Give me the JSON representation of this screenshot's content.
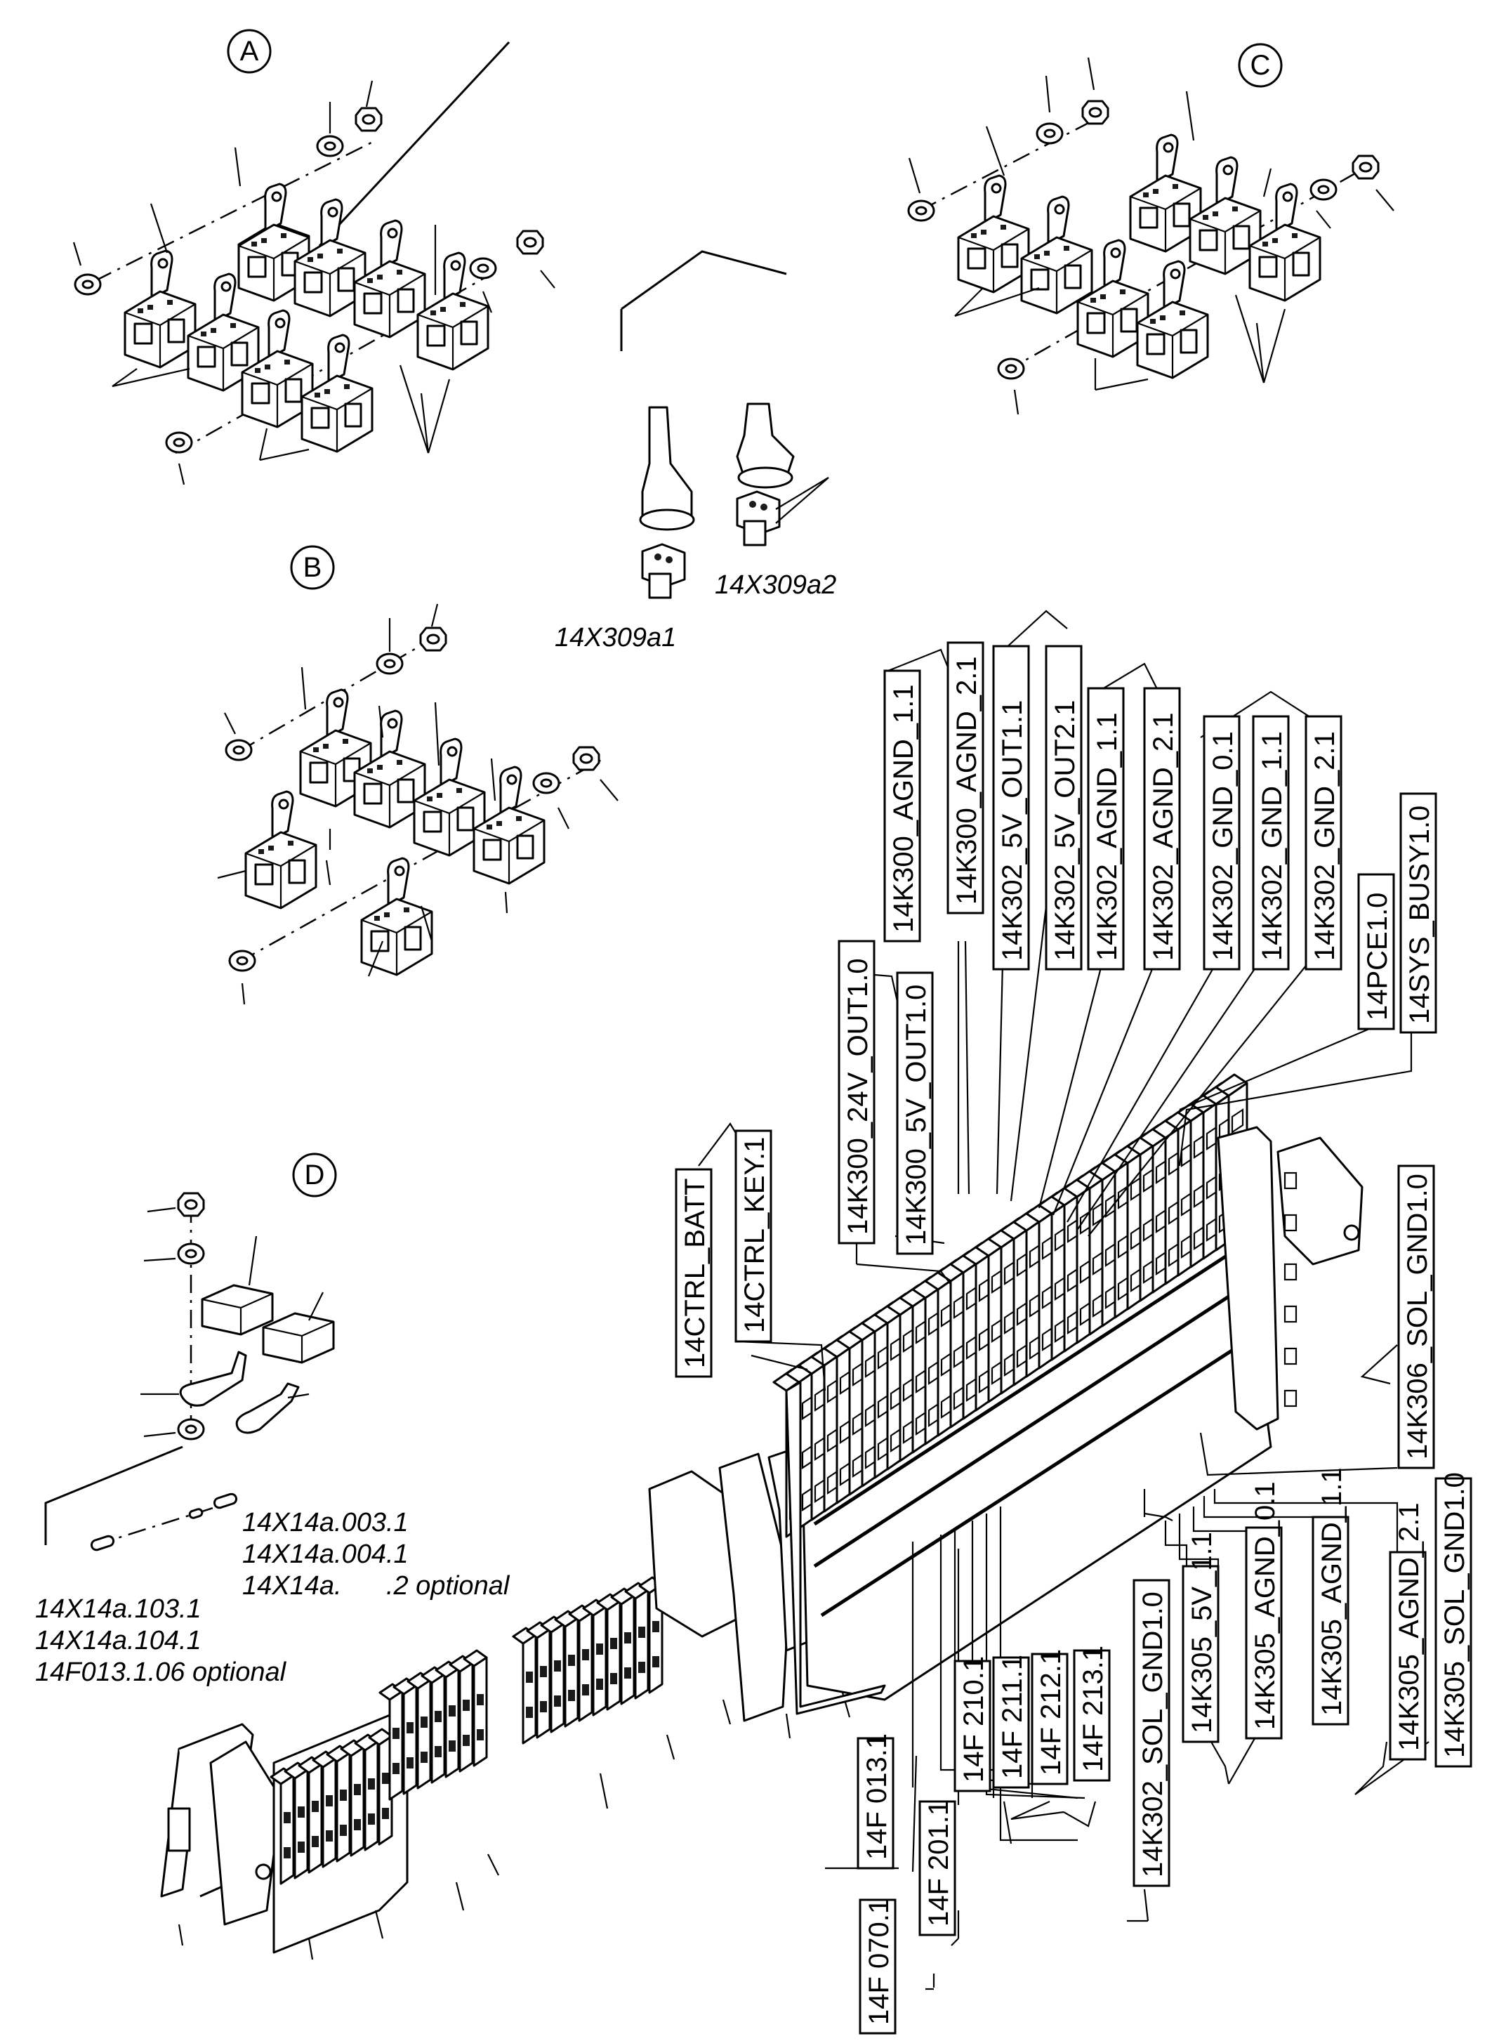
{
  "views": [
    {
      "id": "A"
    },
    {
      "id": "B"
    },
    {
      "id": "C"
    },
    {
      "id": "D"
    }
  ],
  "cable_labels": [
    "14X309a1",
    "14X309a2"
  ],
  "view_d_labels": {
    "group1": [
      "14X14a.003.1",
      "14X14a.004.1",
      "14X14a.      .2 optional"
    ],
    "group2": [
      "14X14a.103.1",
      "14X14a.104.1",
      "14F013.1.06 optional"
    ]
  },
  "top_labels": [
    "14K300_AGND_1.1",
    "14K300_AGND_2.1",
    "14K302_5V_OUT1.1",
    "14K302_5V_OUT2.1",
    "14K302_AGND_1.1",
    "14K302_AGND_2.1",
    "14K302_GND_0.1",
    "14K302_GND_1.1",
    "14K302_GND_2.1",
    "14PCE1.0",
    "14SYS_BUSY1.0"
  ],
  "left_labels": [
    "14K300_24V_OUT1.0",
    "14K300_5V_OUT1.0",
    "14CTRL_BATT",
    "14CTRL_KEY.1"
  ],
  "right_labels": [
    "14K306_SOL_GND1.0"
  ],
  "bottom_labels": [
    "14F 013.1",
    "14F 070.1",
    "14F 201.1",
    "14F 210.1",
    "14F 211.1",
    "14F 212.1",
    "14F 213.1",
    "14K302_SOL_GND1.0",
    "14K305_5V_1.1",
    "14K305_AGND_0.1",
    "14K305_AGND_1.1",
    "14K305_AGND_2.1",
    "14K305_SOL_GND1.0"
  ]
}
